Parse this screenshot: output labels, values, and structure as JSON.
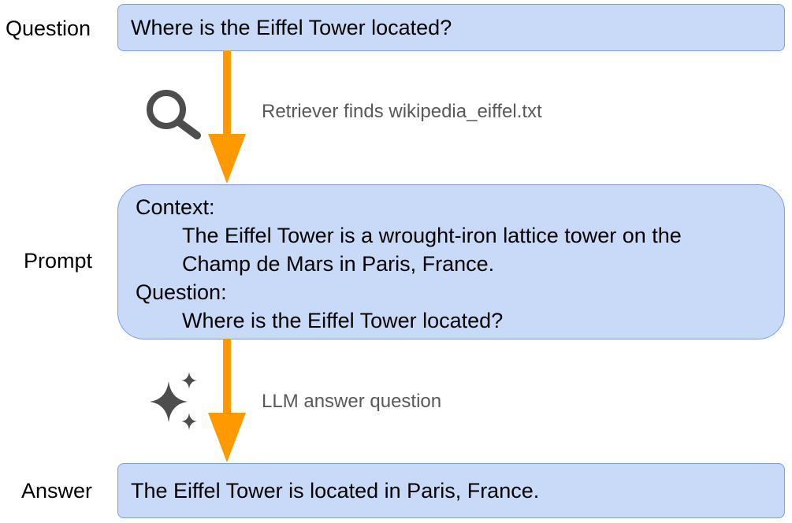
{
  "colors": {
    "box_fill": "#c9daf8",
    "box_border": "#7b9ee8",
    "arrow": "#ff9900",
    "icon": "#4d4d4d",
    "caption": "#595959"
  },
  "question": {
    "label": "Question",
    "text": "Where is the Eiffel Tower located?"
  },
  "step1": {
    "icon": "search-icon",
    "caption": "Retriever finds wikipedia_eiffel.txt"
  },
  "prompt": {
    "label": "Prompt",
    "context_heading": "Context:",
    "context_line1": "The Eiffel Tower is a wrought-iron lattice tower on the",
    "context_line2": "Champ de Mars in Paris, France.",
    "question_heading": "Question:",
    "question_text": "Where is the Eiffel Tower located?"
  },
  "step2": {
    "icon": "sparkle-icon",
    "caption": "LLM answer question"
  },
  "answer": {
    "label": "Answer",
    "text": "The Eiffel Tower is located in Paris, France."
  }
}
